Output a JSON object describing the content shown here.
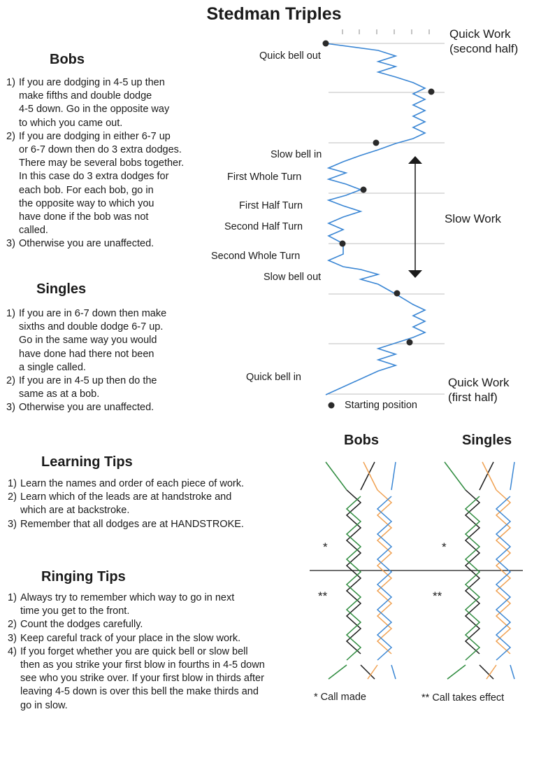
{
  "title": "Stedman Triples",
  "bobs": {
    "heading": "Bobs",
    "items": [
      {
        "n": "1)",
        "lines": [
          "If you are dodging in 4-5 up then",
          "make fifths and double dodge",
          "4-5 down. Go in the opposite way",
          "to which you came out."
        ]
      },
      {
        "n": "2)",
        "lines": [
          "If you are dodging in either 6-7 up",
          "or 6-7 down then do 3 extra dodges.",
          "There may be several bobs together.",
          "In this case do 3 extra dodges for",
          "each bob. For each bob, go in",
          "the opposite way to which you",
          "have done if the bob was not",
          "called."
        ]
      },
      {
        "n": "3)",
        "lines": [
          "Otherwise you are unaffected."
        ]
      }
    ]
  },
  "singles": {
    "heading": "Singles",
    "items": [
      {
        "n": "1)",
        "lines": [
          "If you are in 6-7 down then make",
          "sixths and double dodge 6-7 up.",
          "Go in the same way you would",
          "have done had there not been",
          "a single called."
        ]
      },
      {
        "n": "2)",
        "lines": [
          "If you are in 4-5 up then do the",
          "same as at a bob."
        ]
      },
      {
        "n": "3)",
        "lines": [
          "Otherwise you are unaffected."
        ]
      }
    ]
  },
  "learning": {
    "heading": "Learning Tips",
    "items": [
      {
        "n": "1)",
        "lines": [
          "Learn the names and order of each piece of work."
        ]
      },
      {
        "n": "2)",
        "lines": [
          "Learn which of the leads are at handstroke and",
          "which are at backstroke."
        ]
      },
      {
        "n": "3)",
        "lines": [
          "Remember that all dodges are at HANDSTROKE."
        ]
      }
    ]
  },
  "ringing": {
    "heading": "Ringing Tips",
    "items": [
      {
        "n": "1)",
        "lines": [
          "Always try to remember which way to go in next",
          "time you get to the front."
        ]
      },
      {
        "n": "2)",
        "lines": [
          "Count the dodges carefully."
        ]
      },
      {
        "n": "3)",
        "lines": [
          "Keep careful track of your place in the slow work."
        ]
      },
      {
        "n": "4)",
        "lines": [
          "If you forget whether you are quick bell or slow bell",
          "then as you strike your first blow in fourths in 4-5 down",
          "see who you strike over. If your first blow in thirds after",
          "leaving 4-5 down is over this bell the make thirds and",
          "go in slow."
        ]
      }
    ]
  },
  "diagram": {
    "quick_work_top": [
      "Quick Work",
      "(second half)"
    ],
    "quick_work_bottom": [
      "Quick Work",
      "(first half)"
    ],
    "slow_work": "Slow Work",
    "labels": {
      "quick_bell_out": "Quick bell out",
      "slow_bell_in": "Slow bell in",
      "first_whole_turn": "First Whole Turn",
      "first_half_turn": "First Half Turn",
      "second_half_turn": "Second Half Turn",
      "second_whole_turn": "Second Whole Turn",
      "slow_bell_out": "Slow bell out",
      "quick_bell_in": "Quick bell in",
      "starting_position": "Starting position"
    },
    "colors": {
      "line": "#3a86d4",
      "green": "#2e8b3e",
      "orange": "#f0a050",
      "black": "#1a1a1a"
    }
  },
  "calls": {
    "bobs_heading": "Bobs",
    "singles_heading": "Singles",
    "star": "*",
    "double_star": "**",
    "call_made": "* Call made",
    "call_takes_effect": "** Call takes effect"
  }
}
